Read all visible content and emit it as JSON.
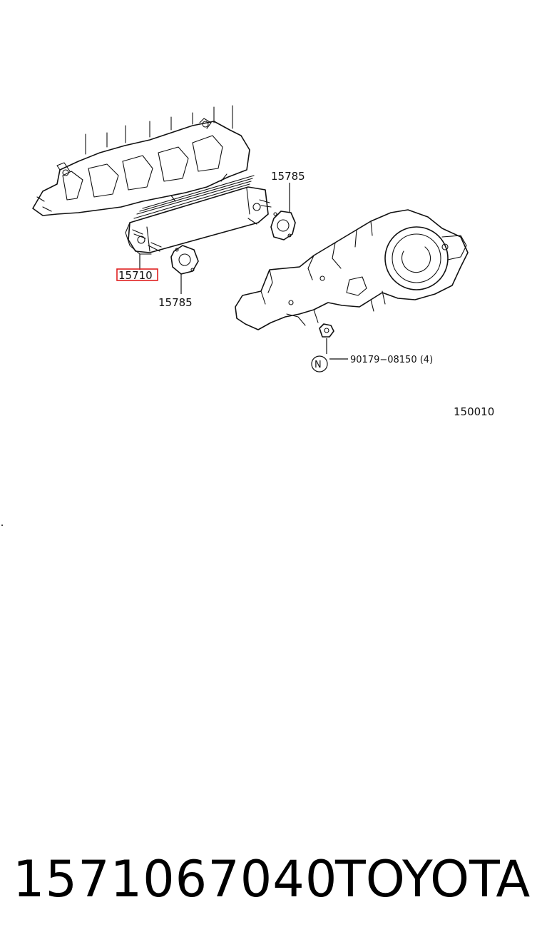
{
  "diagram": {
    "callouts": {
      "oil_cooler": "15710",
      "gasket_upper": "15785",
      "gasket_lower": "15785",
      "nut_part": "90179−08150 (4)",
      "nut_symbol": "N"
    },
    "figure_code": "150010",
    "highlight_color": "#e02020"
  },
  "footer": {
    "part_number": "1571067040",
    "brand": "TOYOTA"
  }
}
